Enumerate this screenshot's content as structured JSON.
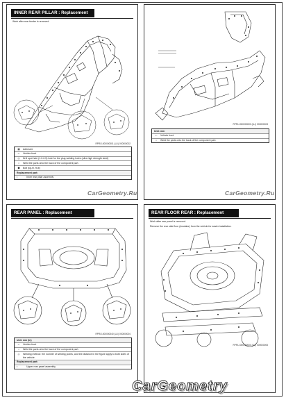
{
  "pages": {
    "inner_rear_pillar": {
      "title": "INNER REAR PILLAR : Replacement",
      "intro": "Work after rear fender is removed.",
      "figure_code": "RPRIJ-000000001 (LLI) 000000002",
      "legend": {
        "adhesive": "Adhesive",
        "vehicle_front": "Vehicle front",
        "drill_hole": "Drill spot hole (1.0-0.5) hole for the plug welding holes (ultra high strength steel)",
        "weld_back": "Weld the parts onto the back of the component part.",
        "bolt": "Bolt (kg-m, ft-lb)",
        "replacement_part_label": "Replacement part:",
        "part_no": "•",
        "part_name": "Inner rear pillar assembly"
      }
    },
    "rear_side_assembly": {
      "figure_code": "RPRIJ-000000000 (LLI) 000000003",
      "legend": {
        "unit": "Unit: mm",
        "vehicle_front": "Vehicle front",
        "weld_back": "Weld the parts onto the back of the component part."
      }
    },
    "rear_panel": {
      "title": "REAR PANEL : Replacement",
      "figure_code": "RPRIJ-000000040 (LLI) 000000004",
      "legend": {
        "unit": "Unit: mm (in)",
        "vehicle_front": "Vehicle front",
        "weld_back": "Weld the parts onto the back of the component part.",
        "welding_method": "Welding method: the number of welding points, and the distance in the figure apply to both sides of the vehicle.",
        "replacement_part_label": "Replacement part:",
        "part_no": "•",
        "part_name": "Upper rear panel assembly"
      }
    },
    "rear_floor_rear": {
      "title": "REAR FLOOR REAR : Replacement",
      "intro": "Work after rear panel is removed.",
      "intro2": "Remove the rear side floor (insulator) from the vehicle for easier installation.",
      "figure_code": "RPRIJ-000000000 (LLI) 000000005"
    }
  },
  "watermarks": {
    "small": "CarGeometry.Ru",
    "big": "CarGeometry"
  },
  "colors": {
    "line": "#2a2a2a",
    "background": "#ffffff",
    "title_bar": "#111111"
  }
}
